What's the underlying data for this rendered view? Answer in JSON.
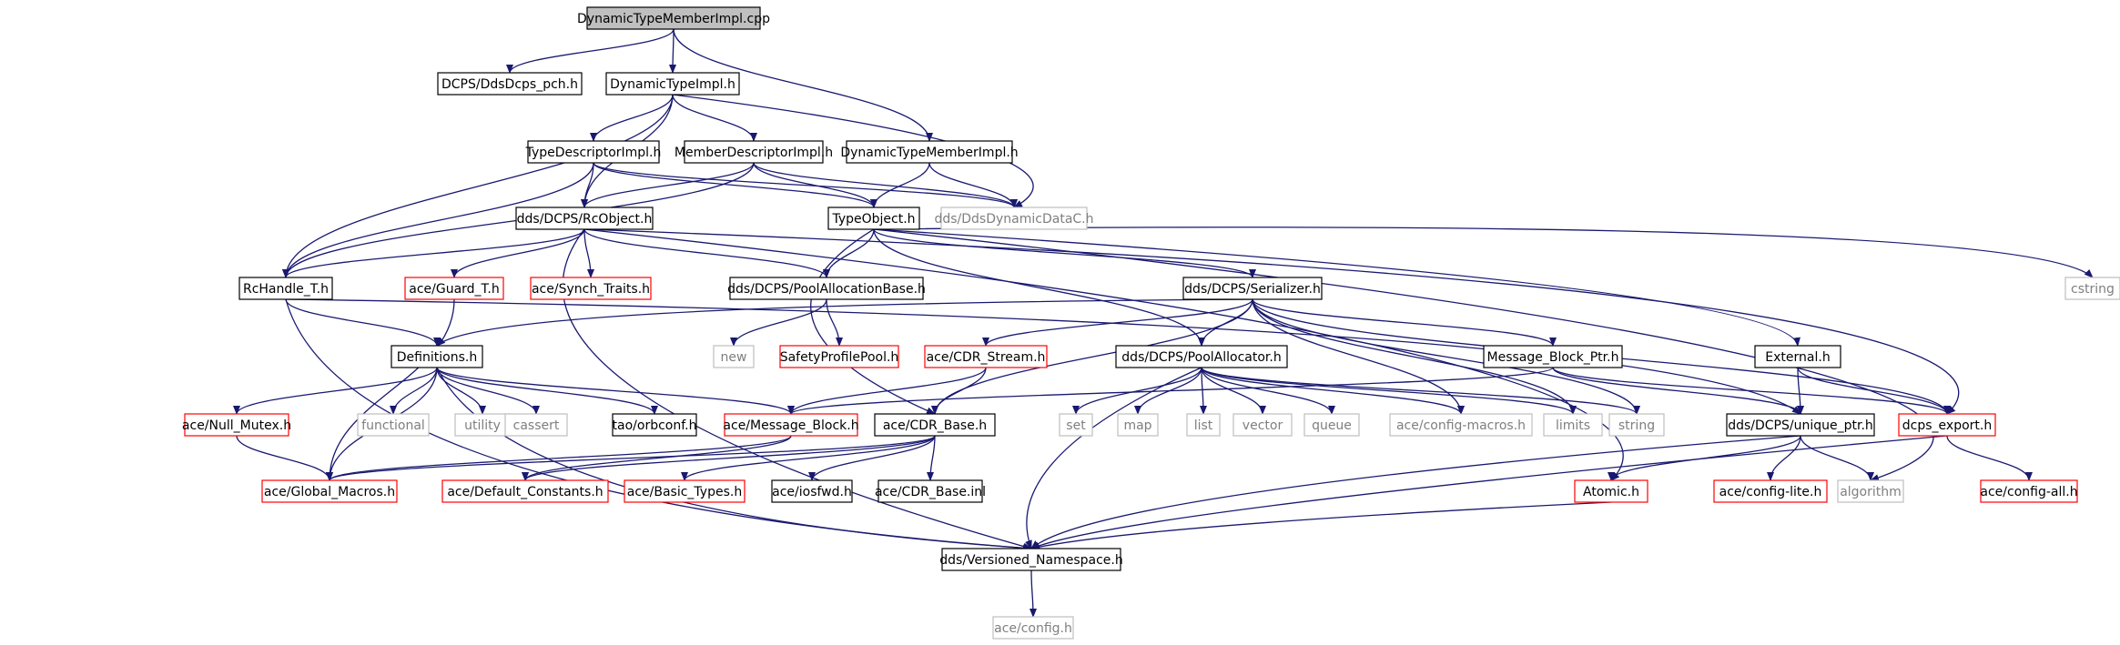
{
  "colors": {
    "edge": "#191970",
    "border_normal": "#000000",
    "border_truncated": "#ff0000",
    "border_external": "#bfbfbf",
    "fill_root": "#bfbfbf",
    "text_normal": "#000000",
    "text_external": "#7f7f7f"
  },
  "nodes": [
    {
      "id": "root",
      "label": "DynamicTypeMemberImpl.cpp",
      "kind": "root"
    },
    {
      "id": "pch",
      "label": "DCPS/DdsDcps_pch.h",
      "kind": "normal"
    },
    {
      "id": "dti",
      "label": "DynamicTypeImpl.h",
      "kind": "normal"
    },
    {
      "id": "tdi",
      "label": "TypeDescriptorImpl.h",
      "kind": "normal"
    },
    {
      "id": "mdi",
      "label": "MemberDescriptorImpl.h",
      "kind": "normal"
    },
    {
      "id": "dtmi",
      "label": "DynamicTypeMemberImpl.h",
      "kind": "normal"
    },
    {
      "id": "ddc",
      "label": "dds/DdsDynamicDataC.h",
      "kind": "external"
    },
    {
      "id": "rco",
      "label": "dds/DCPS/RcObject.h",
      "kind": "normal"
    },
    {
      "id": "tobj",
      "label": "TypeObject.h",
      "kind": "normal"
    },
    {
      "id": "cstring",
      "label": "cstring",
      "kind": "external"
    },
    {
      "id": "rch",
      "label": "RcHandle_T.h",
      "kind": "normal"
    },
    {
      "id": "guard",
      "label": "ace/Guard_T.h",
      "kind": "truncated"
    },
    {
      "id": "synch",
      "label": "ace/Synch_Traits.h",
      "kind": "truncated"
    },
    {
      "id": "pab",
      "label": "dds/DCPS/PoolAllocationBase.h",
      "kind": "normal"
    },
    {
      "id": "ser",
      "label": "dds/DCPS/Serializer.h",
      "kind": "normal"
    },
    {
      "id": "defs",
      "label": "Definitions.h",
      "kind": "normal"
    },
    {
      "id": "new",
      "label": "new",
      "kind": "external"
    },
    {
      "id": "spp",
      "label": "SafetyProfilePool.h",
      "kind": "truncated"
    },
    {
      "id": "cdrs",
      "label": "ace/CDR_Stream.h",
      "kind": "truncated"
    },
    {
      "id": "pa",
      "label": "dds/DCPS/PoolAllocator.h",
      "kind": "normal"
    },
    {
      "id": "mbp",
      "label": "Message_Block_Ptr.h",
      "kind": "normal"
    },
    {
      "id": "ext",
      "label": "External.h",
      "kind": "normal"
    },
    {
      "id": "num",
      "label": "ace/Null_Mutex.h",
      "kind": "truncated"
    },
    {
      "id": "functional",
      "label": "functional",
      "kind": "external"
    },
    {
      "id": "utility",
      "label": "utility",
      "kind": "external"
    },
    {
      "id": "cassert",
      "label": "cassert",
      "kind": "external"
    },
    {
      "id": "orbconf",
      "label": "tao/orbconf.h",
      "kind": "normal"
    },
    {
      "id": "mb",
      "label": "ace/Message_Block.h",
      "kind": "truncated"
    },
    {
      "id": "cdrb",
      "label": "ace/CDR_Base.h",
      "kind": "normal"
    },
    {
      "id": "set",
      "label": "set",
      "kind": "external"
    },
    {
      "id": "map",
      "label": "map",
      "kind": "external"
    },
    {
      "id": "list",
      "label": "list",
      "kind": "external"
    },
    {
      "id": "vector",
      "label": "vector",
      "kind": "external"
    },
    {
      "id": "queue",
      "label": "queue",
      "kind": "external"
    },
    {
      "id": "cfgm",
      "label": "ace/config-macros.h",
      "kind": "external"
    },
    {
      "id": "limits",
      "label": "limits",
      "kind": "external"
    },
    {
      "id": "string",
      "label": "string",
      "kind": "external"
    },
    {
      "id": "up",
      "label": "dds/DCPS/unique_ptr.h",
      "kind": "normal"
    },
    {
      "id": "dexp",
      "label": "dcps_export.h",
      "kind": "truncated"
    },
    {
      "id": "gm",
      "label": "ace/Global_Macros.h",
      "kind": "truncated"
    },
    {
      "id": "dc",
      "label": "ace/Default_Constants.h",
      "kind": "truncated"
    },
    {
      "id": "bt",
      "label": "ace/Basic_Types.h",
      "kind": "truncated"
    },
    {
      "id": "iosfwd",
      "label": "ace/iosfwd.h",
      "kind": "normal"
    },
    {
      "id": "cdrinl",
      "label": "ace/CDR_Base.inl",
      "kind": "normal"
    },
    {
      "id": "atomic",
      "label": "Atomic.h",
      "kind": "truncated"
    },
    {
      "id": "cfgl",
      "label": "ace/config-lite.h",
      "kind": "truncated"
    },
    {
      "id": "algorithm",
      "label": "algorithm",
      "kind": "external"
    },
    {
      "id": "cfga",
      "label": "ace/config-all.h",
      "kind": "truncated"
    },
    {
      "id": "vns",
      "label": "dds/Versioned_Namespace.h",
      "kind": "normal"
    },
    {
      "id": "config",
      "label": "ace/config.h",
      "kind": "external"
    }
  ],
  "edges": [
    [
      "root",
      "pch"
    ],
    [
      "root",
      "dti"
    ],
    [
      "root",
      "dtmi"
    ],
    [
      "dti",
      "tdi"
    ],
    [
      "dti",
      "mdi"
    ],
    [
      "dti",
      "rco"
    ],
    [
      "dti",
      "rch"
    ],
    [
      "dti",
      "ddc"
    ],
    [
      "tdi",
      "rco"
    ],
    [
      "tdi",
      "rch"
    ],
    [
      "tdi",
      "tobj"
    ],
    [
      "tdi",
      "ddc"
    ],
    [
      "mdi",
      "rco"
    ],
    [
      "mdi",
      "rch"
    ],
    [
      "mdi",
      "tobj"
    ],
    [
      "mdi",
      "ddc"
    ],
    [
      "dtmi",
      "tobj"
    ],
    [
      "dtmi",
      "ddc"
    ],
    [
      "rco",
      "rch"
    ],
    [
      "rco",
      "guard"
    ],
    [
      "rco",
      "synch"
    ],
    [
      "rco",
      "pab"
    ],
    [
      "rco",
      "dexp"
    ],
    [
      "rco",
      "atomic"
    ],
    [
      "rco",
      "vns"
    ],
    [
      "tobj",
      "pab"
    ],
    [
      "tobj",
      "ser"
    ],
    [
      "tobj",
      "pa"
    ],
    [
      "tobj",
      "cdrb"
    ],
    [
      "tobj",
      "cstring"
    ],
    [
      "tobj",
      "ext"
    ],
    [
      "tobj",
      "algorithm"
    ],
    [
      "rch",
      "defs"
    ],
    [
      "rch",
      "up"
    ],
    [
      "rch",
      "vns"
    ],
    [
      "guard",
      "gm"
    ],
    [
      "pab",
      "new"
    ],
    [
      "pab",
      "spp"
    ],
    [
      "ser",
      "defs"
    ],
    [
      "ser",
      "cdrs"
    ],
    [
      "ser",
      "pa"
    ],
    [
      "ser",
      "mbp"
    ],
    [
      "ser",
      "cdrb"
    ],
    [
      "ser",
      "cfgm"
    ],
    [
      "ser",
      "limits"
    ],
    [
      "ser",
      "string"
    ],
    [
      "ser",
      "dexp"
    ],
    [
      "defs",
      "num"
    ],
    [
      "defs",
      "functional"
    ],
    [
      "defs",
      "utility"
    ],
    [
      "defs",
      "cassert"
    ],
    [
      "defs",
      "orbconf"
    ],
    [
      "defs",
      "mb"
    ],
    [
      "defs",
      "gm"
    ],
    [
      "defs",
      "vns"
    ],
    [
      "cdrs",
      "mb"
    ],
    [
      "cdrs",
      "cdrb"
    ],
    [
      "pa",
      "set"
    ],
    [
      "pa",
      "map"
    ],
    [
      "pa",
      "list"
    ],
    [
      "pa",
      "vector"
    ],
    [
      "pa",
      "queue"
    ],
    [
      "pa",
      "cfgm"
    ],
    [
      "pa",
      "limits"
    ],
    [
      "pa",
      "string"
    ],
    [
      "pa",
      "vns"
    ],
    [
      "mbp",
      "mb"
    ],
    [
      "mbp",
      "up"
    ],
    [
      "mbp",
      "dexp"
    ],
    [
      "ext",
      "up"
    ],
    [
      "ext",
      "dexp"
    ],
    [
      "num",
      "gm"
    ],
    [
      "mb",
      "gm"
    ],
    [
      "mb",
      "dc"
    ],
    [
      "cdrb",
      "gm"
    ],
    [
      "cdrb",
      "dc"
    ],
    [
      "cdrb",
      "bt"
    ],
    [
      "cdrb",
      "iosfwd"
    ],
    [
      "cdrb",
      "cdrinl"
    ],
    [
      "up",
      "atomic"
    ],
    [
      "up",
      "cfgl"
    ],
    [
      "up",
      "algorithm"
    ],
    [
      "up",
      "vns"
    ],
    [
      "dexp",
      "cfga"
    ],
    [
      "dexp",
      "vns"
    ],
    [
      "atomic",
      "vns"
    ],
    [
      "vns",
      "config"
    ]
  ]
}
